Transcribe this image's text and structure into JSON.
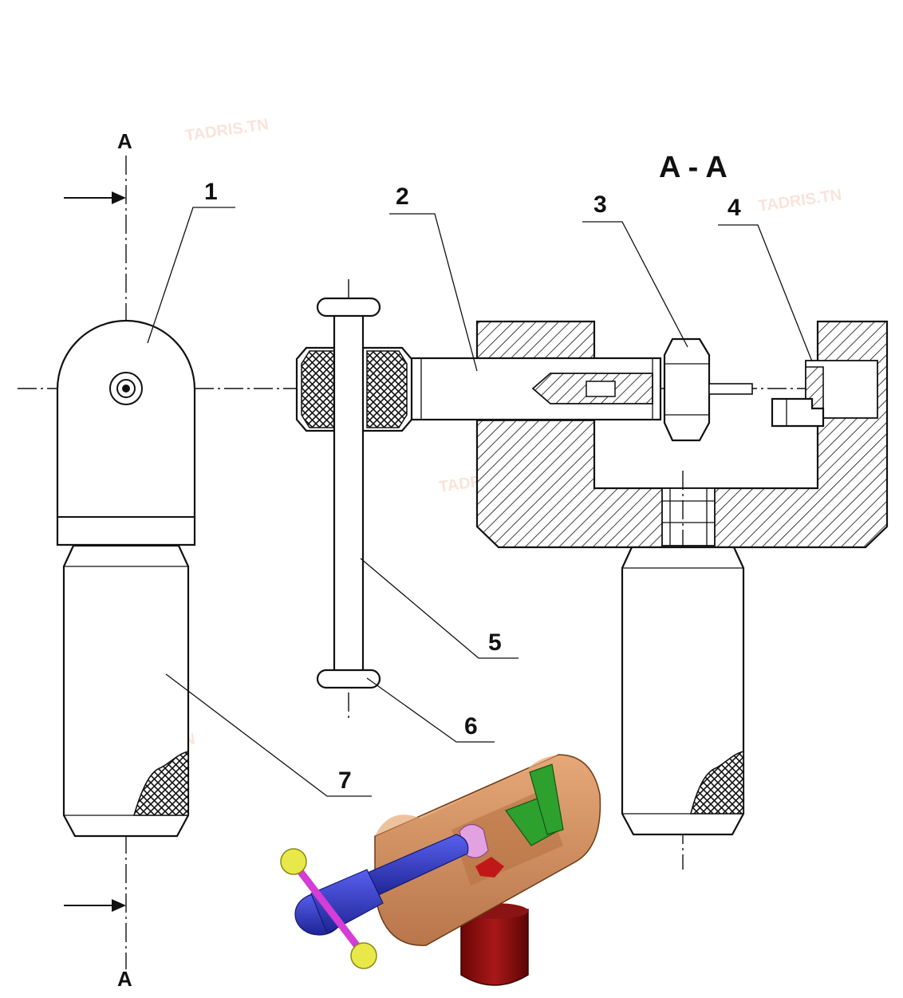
{
  "section_mark_top": "A",
  "section_mark_bottom": "A",
  "section_title": "A - A",
  "part_labels": {
    "p1": "1",
    "p2": "2",
    "p3": "3",
    "p4": "4",
    "p5": "5",
    "p6": "6",
    "p7": "7"
  },
  "watermark": "TADRIS.TN",
  "render_colors": {
    "body": "#c98a57",
    "handle": "#2b33c9",
    "knobs": "#e8e84a",
    "rod": "#d63cd6",
    "nut": "#e2a2e2",
    "jaw": "#2da02d",
    "column": "#8b1010",
    "cut": "#c01818"
  }
}
